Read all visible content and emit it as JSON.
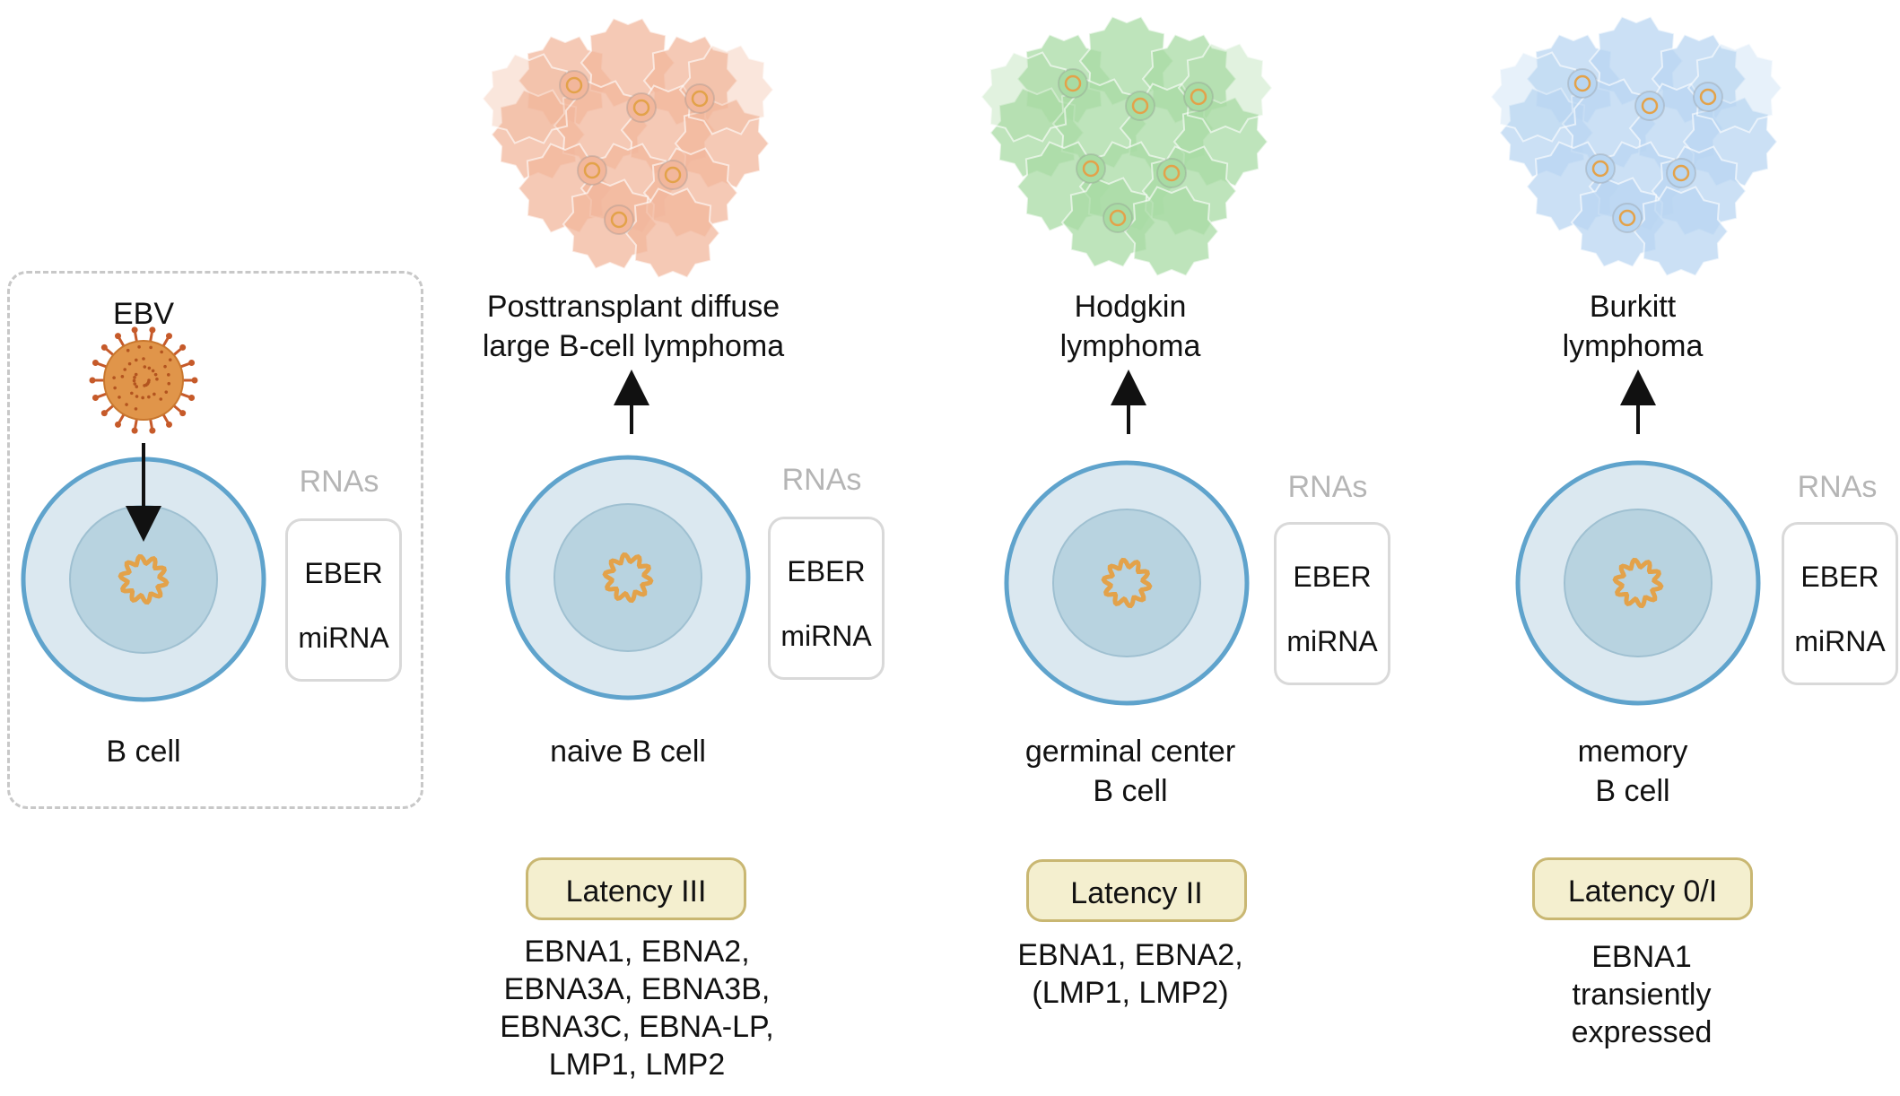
{
  "panels": [
    {
      "virus_label": "EBV",
      "cell_label": "B cell",
      "rnas_header": "RNAs",
      "rna_items": [
        "EBER",
        "miRNA"
      ]
    },
    {
      "lymphoma_label": "Posttransplant diffuse\nlarge B-cell lymphoma",
      "cell_label": "naive B cell",
      "rnas_header": "RNAs",
      "rna_items": [
        "EBER",
        "miRNA"
      ],
      "latency": "Latency III",
      "genes": "EBNA1, EBNA2,\nEBNA3A, EBNA3B,\nEBNA3C, EBNA-LP,\nLMP1, LMP2",
      "cluster_color": "#f2b79c"
    },
    {
      "lymphoma_label": "Hodgkin\nlymphoma",
      "cell_label": "germinal center\nB cell",
      "rnas_header": "RNAs",
      "rna_items": [
        "EBER",
        "miRNA"
      ],
      "latency": "Latency II",
      "genes": "EBNA1, EBNA2,\n(LMP1, LMP2)",
      "cluster_color": "#a8dba4"
    },
    {
      "lymphoma_label": "Burkitt\nlymphoma",
      "cell_label": "memory\nB cell",
      "rnas_header": "RNAs",
      "rna_items": [
        "EBER",
        "miRNA"
      ],
      "latency": "Latency 0/I",
      "genes": "EBNA1\ntransiently\nexpressed",
      "cluster_color": "#b9d6f2"
    }
  ],
  "colors": {
    "cell_outer_fill": "#dbe8f0",
    "cell_outer_stroke": "#5fa3cc",
    "nucleus_fill": "#b8d3e0",
    "episome": "#e3a24a",
    "eber_wave": "#d68ad8",
    "mirna_wave": "#a66b2c",
    "latency_fill": "#f4efcf",
    "latency_border": "#c9b772",
    "virus": "#e0954a"
  }
}
